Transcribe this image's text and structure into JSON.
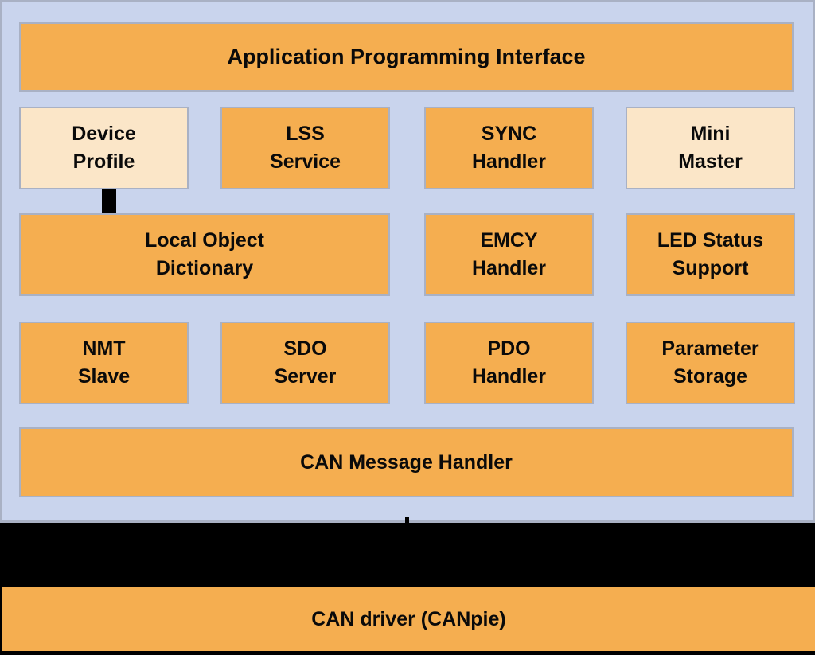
{
  "diagram": {
    "api_bar": {
      "label": "Application Programming Interface"
    },
    "modules": [
      {
        "name": "device-profile",
        "label": "Device\nProfile",
        "variant": "cream"
      },
      {
        "name": "lss-service",
        "label": "LSS\nService",
        "variant": "orange"
      },
      {
        "name": "sync-handler",
        "label": "SYNC\nHandler",
        "variant": "orange"
      },
      {
        "name": "mini-master",
        "label": "Mini\nMaster",
        "variant": "cream"
      },
      {
        "name": "local-object-dictionary",
        "label": "Local Object\nDictionary",
        "variant": "orange"
      },
      {
        "name": "emcy-handler",
        "label": "EMCY\nHandler",
        "variant": "orange"
      },
      {
        "name": "led-status-support",
        "label": "LED Status\nSupport",
        "variant": "orange"
      },
      {
        "name": "nmt-slave",
        "label": "NMT\nSlave",
        "variant": "orange"
      },
      {
        "name": "sdo-server",
        "label": "SDO\nServer",
        "variant": "orange"
      },
      {
        "name": "pdo-handler",
        "label": "PDO\nHandler",
        "variant": "orange"
      },
      {
        "name": "parameter-storage",
        "label": "Parameter\nStorage",
        "variant": "orange"
      }
    ],
    "can_message_handler": {
      "label": "CAN Message Handler"
    },
    "can_driver": {
      "label": "CAN driver (CANpie)"
    },
    "colors": {
      "module_orange": "#F5AE50",
      "module_cream": "#FBE6C8",
      "canvas_blue": "#C9D4ED",
      "band_black": "#000000",
      "text": "#0A0A0A",
      "module_border": "#A9B1C4"
    }
  }
}
